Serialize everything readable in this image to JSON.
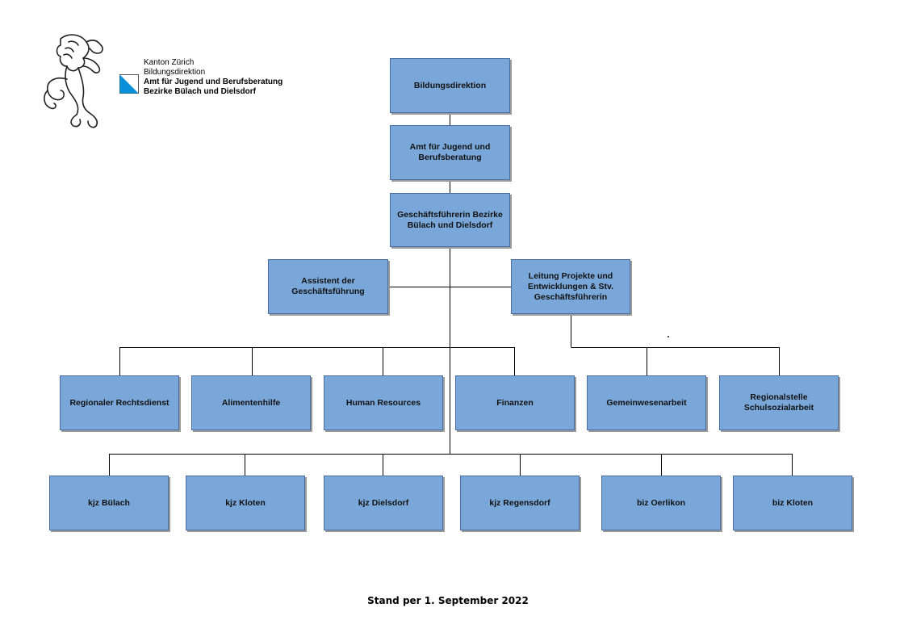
{
  "header": {
    "canton": "Kanton Zürich",
    "direction": "Bildungsdirektion",
    "office": "Amt für Jugend und Berufsberatung",
    "districts": "Bezirke Bülach und Dielsdorf"
  },
  "org": {
    "bildungsdirektion": "Bildungsdirektion",
    "ajb": "Amt für Jugend und\nBerufsberatung",
    "gf": "Geschäftsführerin Bezirke\nBülach und Dielsdorf",
    "assistent": "Assistent der\nGeschäftsführung",
    "leitung": "Leitung Projekte und\nEntwicklungen & Stv.\nGeschäftsführerin",
    "row1": [
      "Regionaler Rechtsdienst",
      "Alimentenhilfe",
      "Human Resources",
      "Finanzen",
      "Gemeinwesenarbeit",
      "Regionalstelle\nSchulsozialarbeit"
    ],
    "row2": [
      "kjz Bülach",
      "kjz Kloten",
      "kjz Dielsdorf",
      "kjz Regensdorf",
      "biz Oerlikon",
      "biz Kloten"
    ]
  },
  "footer": "Stand per 1. September 2022",
  "colors": {
    "box_fill": "#7aa7d9",
    "box_border": "#4a6ea0",
    "line": "#000000"
  },
  "icons": {
    "logo": "zurich-lion-logo",
    "flag": "zurich-flag-icon"
  }
}
